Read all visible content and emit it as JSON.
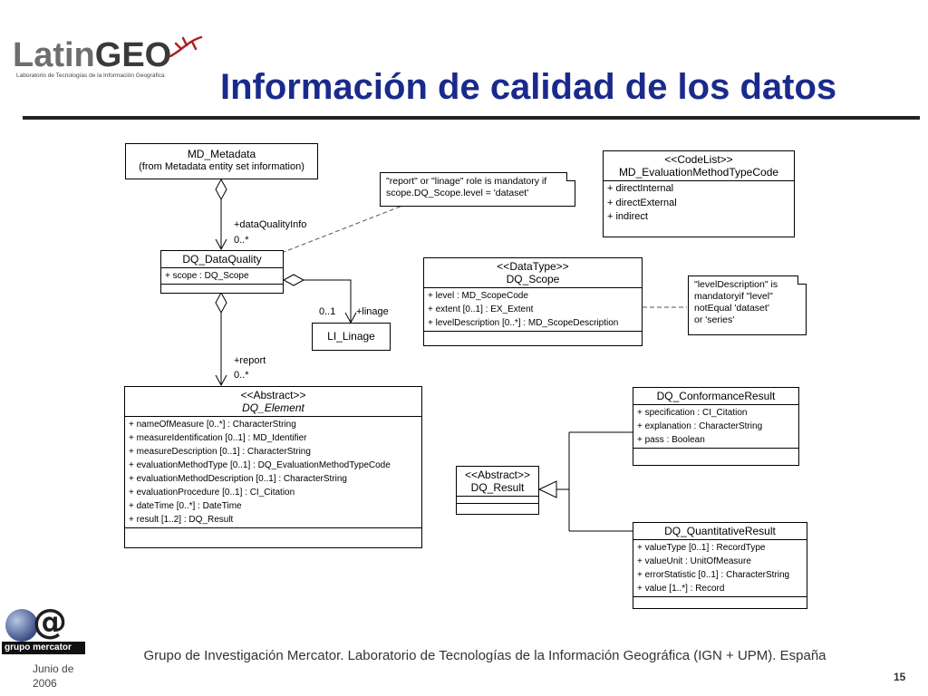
{
  "header": {
    "logo_latin": "Latin",
    "logo_geo": "GEO",
    "logo_subtitle": "Laboratorio de Tecnologías de la Información Geográfica",
    "title": "Información de calidad de los datos"
  },
  "diagram": {
    "md_metadata": {
      "name": "MD_Metadata",
      "subtitle": "(from Metadata entity set information)"
    },
    "dq_dataquality": {
      "name": "DQ_DataQuality",
      "attrs": [
        "+ scope : DQ_Scope"
      ]
    },
    "li_linage": {
      "name": "LI_Linage"
    },
    "codelist": {
      "stereotype": "<<CodeList>>",
      "name": "MD_EvaluationMethodTypeCode",
      "attrs": [
        "+ directInternal",
        "+ directExternal",
        "+ indirect"
      ]
    },
    "dq_scope": {
      "stereotype": "<<DataType>>",
      "name": "DQ_Scope",
      "attrs": [
        "+ level : MD_ScopeCode",
        "+ extent [0..1] :  EX_Extent",
        "+ levelDescription [0..*] : MD_ScopeDescription"
      ]
    },
    "dq_element": {
      "stereotype": "<<Abstract>>",
      "name": "DQ_Element",
      "attrs": [
        "+ nameOfMeasure [0..*] : CharacterString",
        "+ measureIdentification [0..1] : MD_Identifier",
        "+ measureDescription [0..1] : CharacterString",
        "+ evaluationMethodType [0..1] : DQ_EvaluationMethodTypeCode",
        "+ evaluationMethodDescription [0..1] : CharacterString",
        "+ evaluationProcedure [0..1] : CI_Citation",
        "+ dateTime [0..*] : DateTime",
        "+ result  [1..2] : DQ_Result"
      ]
    },
    "dq_result": {
      "stereotype": "<<Abstract>>",
      "name": "DQ_Result"
    },
    "dq_conformance": {
      "name": "DQ_ConformanceResult",
      "attrs": [
        "+ specification : CI_Citation",
        "+ explanation : CharacterString",
        "+ pass : Boolean"
      ]
    },
    "dq_quantitative": {
      "name": "DQ_QuantitativeResult",
      "attrs": [
        "+ valueType [0..1] : RecordType",
        "+ valueUnit : UnitOfMeasure",
        "+ errorStatistic [0..1] : CharacterString",
        "+ value [1..*] : Record"
      ]
    },
    "note1": [
      "\"report\" or \"linage\" role is mandatory if",
      "scope.DQ_Scope.level = 'dataset'"
    ],
    "note2": [
      "\"levelDescription\" is",
      "mandatoryif \"level\"",
      "notEqual 'dataset'",
      "or 'series'"
    ],
    "labels": {
      "dataQualityInfo": "+dataQualityInfo",
      "mult1": "0..*",
      "linage_mult": "0..1",
      "linage_role": "+linage",
      "report": "+report",
      "mult2": "0..*"
    }
  },
  "footer": {
    "logo_at": "@",
    "logo_text": "grupo mercator",
    "date": "Junio de 2006",
    "text": "Grupo de Investigación Mercator. Laboratorio de Tecnologías de la Información Geográfica (IGN + UPM). España",
    "page": "15"
  }
}
